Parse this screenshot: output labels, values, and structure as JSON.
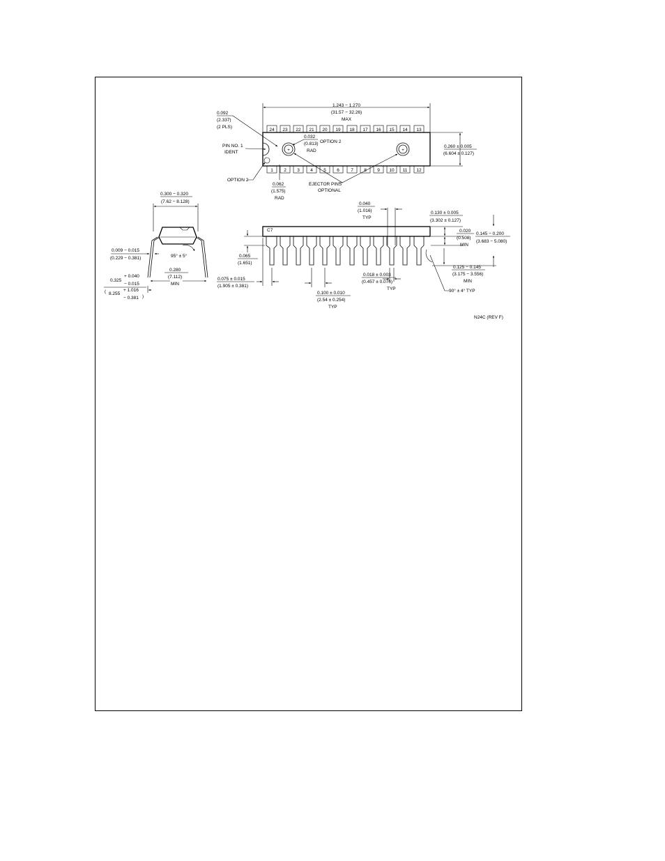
{
  "top_view": {
    "length_in": "1.243 − 1.270",
    "length_mm": "(31.57 − 32.26)",
    "length_note": "MAX",
    "notch_in": "0.092",
    "notch_mm": "(2.337)",
    "notch_note": "(2 PLS)",
    "ejector_rad_in": "0.032",
    "ejector_rad_mm": "(0.813)",
    "ejector_rad_note": "RAD",
    "option2_top": "OPTION 2",
    "pin1_line1": "PIN NO. 1",
    "pin1_line2": "IDENT",
    "option2_left": "OPTION 2",
    "corner_rad_in": "0.062",
    "corner_rad_mm": "(1.575)",
    "corner_rad_note": "RAD",
    "ejector_line1": "EJECTOR PINS",
    "ejector_line2": "OPTIONAL",
    "width_in": "0.260 ± 0.005",
    "width_mm": "(6.604 ± 0.127)",
    "top_pins": [
      "24",
      "23",
      "22",
      "21",
      "20",
      "19",
      "18",
      "17",
      "16",
      "15",
      "14",
      "13"
    ],
    "bottom_pins": [
      "1",
      "2",
      "3",
      "4",
      "5",
      "6",
      "7",
      "8",
      "9",
      "10",
      "11",
      "12"
    ]
  },
  "end_view": {
    "row_in": "0.300 − 0.320",
    "row_mm": "(7.62 − 8.128)",
    "lead_thk_in": "0.009 − 0.015",
    "lead_thk_mm": "(0.229 − 0.381)",
    "angle": "95° ± 5°",
    "body_w_in": "0.280",
    "body_w_mm": "(7.112)",
    "body_w_note": "MIN",
    "spread_in": "0.325",
    "spread_plus_in": "+ 0.040",
    "spread_minus_in": "− 0.015",
    "spread_mm": "8.255",
    "spread_plus_mm": "+ 1.016",
    "spread_minus_mm": "− 0.381"
  },
  "side_view": {
    "lead_w_in": "0.040",
    "lead_w_mm": "(1.016)",
    "lead_w_note": "TYP",
    "body_h_in": "0.130 ± 0.005",
    "body_h_mm": "(3.302 ± 0.127)",
    "standoff_in": "0.020",
    "standoff_mm": "(0.508)",
    "standoff_note": "MIN",
    "seat_h_in": "0.145 − 0.200",
    "seat_h_mm": "(3.683 − 5.080)",
    "shoulder_in": "0.065",
    "shoulder_mm": "(1.651)",
    "lead_len_in": "0.125 − 0.145",
    "lead_len_mm": "(3.175 − 3.556)",
    "lead_len_note": "MIN",
    "end_pitch_in": "0.075 ± 0.015",
    "end_pitch_mm": "(1.905 ± 0.381)",
    "pitch_in": "0.100 ± 0.010",
    "pitch_mm": "(2.54 ± 0.254)",
    "pitch_note": "TYP",
    "tip_w_in": "0.018 ± 0.003",
    "tip_w_mm": "(0.457 ± 0.076)",
    "tip_w_note": "TYP",
    "lead_angle": "90° ± 4° TYP"
  },
  "drawing_ref": "N24C (REV F)"
}
